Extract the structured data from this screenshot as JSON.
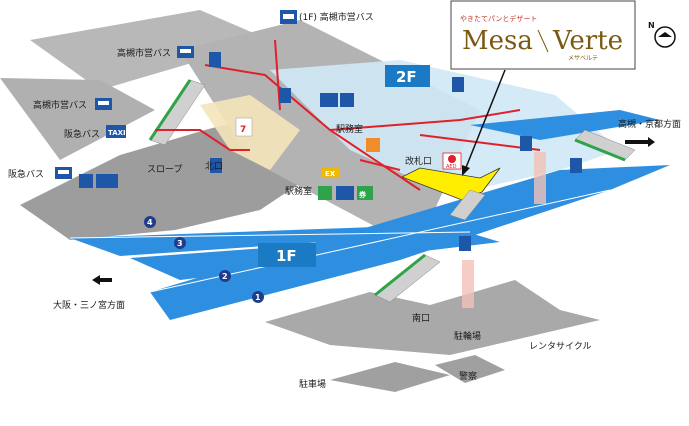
{
  "floors": {
    "upper": "2F",
    "lower": "1F"
  },
  "logo": {
    "tagline": "やきたてパンとデザート",
    "name_left": "Mesa",
    "name_right": "Verte",
    "kana": "メサベルテ"
  },
  "labels": {
    "bus_1f_top": "(1F) 高槻市営バス",
    "city_bus_1": "高槻市営バス",
    "city_bus_2": "高槻市営バス",
    "hankyu_bus_1": "阪急バス",
    "hankyu_bus_2": "阪急バス",
    "slope": "スロープ",
    "north_exit": "北口",
    "station_office_2f": "駅務室",
    "ticket_gate": "改札口",
    "station_office_1f": "駅務室",
    "to_kyoto": "高槻・京都方面",
    "to_osaka": "大阪・三ノ宮方面",
    "south_exit": "南口",
    "bicycle_parking": "駐輪場",
    "rental_cycle": "レンタサイクル",
    "parking": "駐車場",
    "police": "警察"
  },
  "signs": {
    "taxi": "TAXI",
    "aed": "AED",
    "ex": "EX",
    "ticket_kanji": "券",
    "seven_eleven": "7",
    "compass": "N"
  },
  "platforms": [
    "1",
    "2",
    "3",
    "4"
  ],
  "colors": {
    "track": "#2e8fe0",
    "floor_2f": "#cfe8f5",
    "slab": "#a8a8a8",
    "route": "#e0202a",
    "highlight": "#ffee00",
    "pict_blue": "#1f57a8",
    "floor_badge": "#1b7ac4"
  }
}
